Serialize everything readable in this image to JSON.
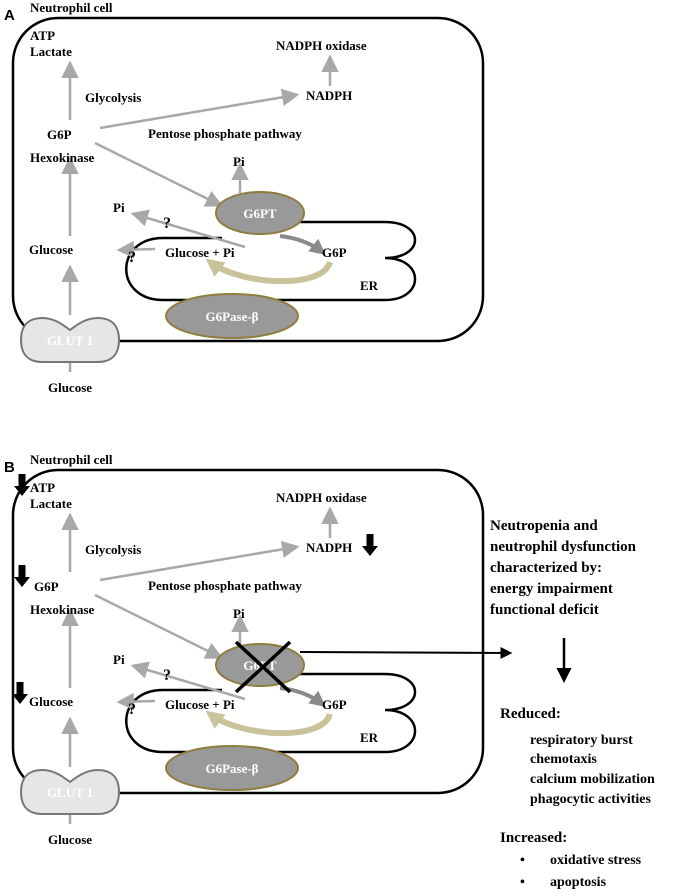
{
  "panels": [
    {
      "letter": "A",
      "cell": "Neutrophil cell",
      "atp": "ATP",
      "lactate": "Lactate",
      "glycolysis": "Glycolysis",
      "g6p": "G6P",
      "hexokinase": "Hexokinase",
      "glucose_in": "Glucose",
      "glut": "GLUT 1",
      "glucose_out": "Glucose",
      "nadph_oxidase": "NADPH oxidase",
      "nadph": "NADPH",
      "ppp": "Pentose phosphate pathway",
      "pi_top": "Pi",
      "pi_left": "Pi",
      "q1": "?",
      "q2": "?",
      "g6pt": "G6PT",
      "glucose_pi": "Glucose + Pi",
      "g6p_er": "G6P",
      "er": "ER",
      "g6pase": "G6Pase-β"
    },
    {
      "letter": "B",
      "cell": "Neutrophil cell",
      "atp": "ATP",
      "lactate": "Lactate",
      "glycolysis": "Glycolysis",
      "g6p": "G6P",
      "hexokinase": "Hexokinase",
      "glucose_in": "Glucose",
      "glut": "GLUT 1",
      "glucose_out": "Glucose",
      "nadph_oxidase": "NADPH oxidase",
      "nadph": "NADPH",
      "ppp": "Pentose phosphate pathway",
      "pi_top": "Pi",
      "pi_left": "Pi",
      "q1": "?",
      "q2": "?",
      "g6pt": "G6PT",
      "glucose_pi": "Glucose + Pi",
      "g6p_er": "G6P",
      "er": "ER",
      "g6pase": "G6Pase-β"
    }
  ],
  "outcome": {
    "heading": [
      "Neutropenia and",
      "neutrophil dysfunction",
      "characterized by:",
      "energy impairment",
      "functional deficit"
    ],
    "reduced_label": "Reduced:",
    "reduced_items": [
      "respiratory burst",
      "chemotaxis",
      "calcium mobilization",
      "phagocytic activities"
    ],
    "increased_label": "Increased:",
    "increased_items": [
      "oxidative stress",
      "apoptosis"
    ]
  },
  "colors": {
    "arrow_gray": "#a8a8a8",
    "enzyme_gray": "#999999",
    "enzyme_border": "#8f7d3e",
    "curved_arrow": "#c9c29a",
    "glut_fill": "#e6e6e6"
  }
}
